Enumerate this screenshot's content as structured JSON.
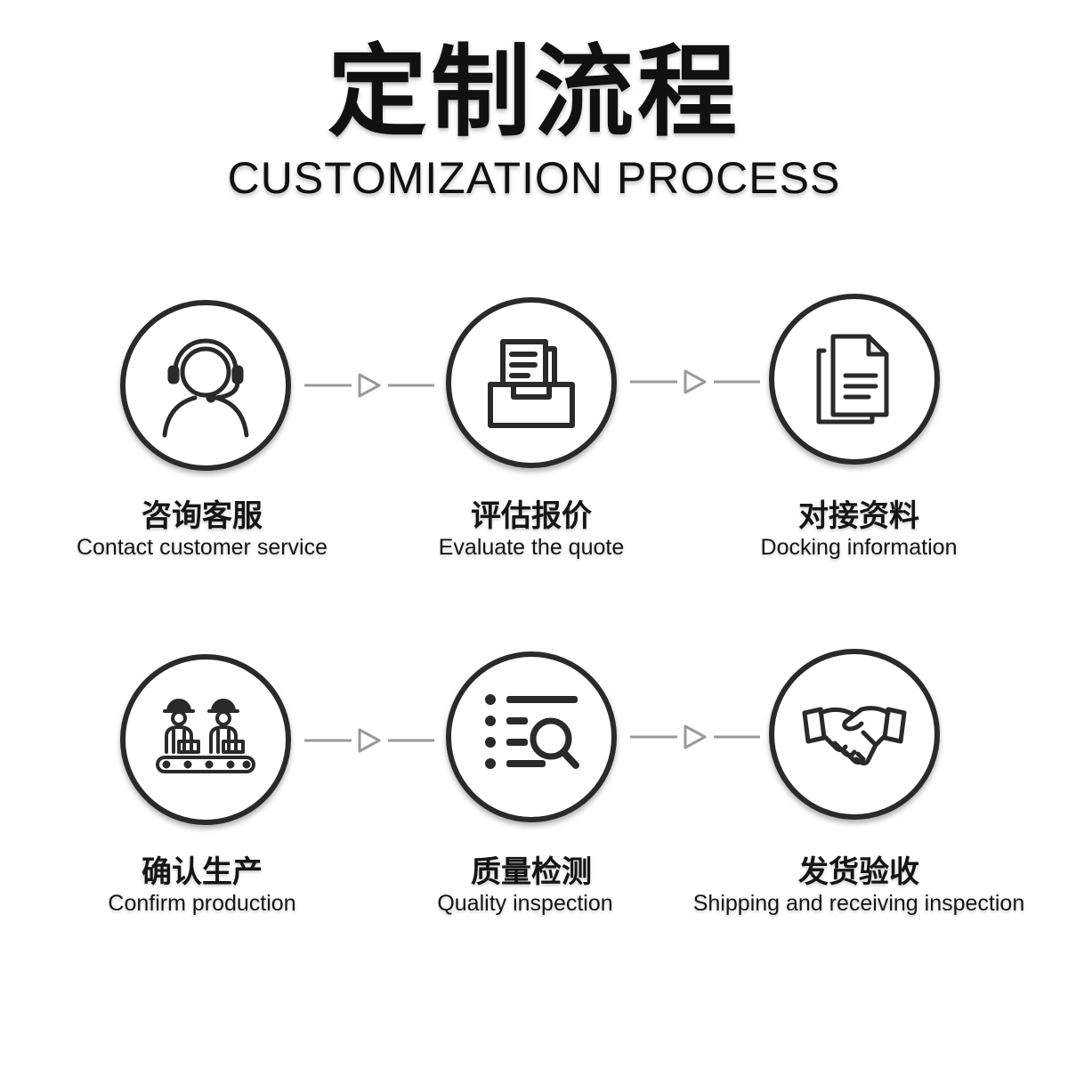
{
  "header": {
    "title_cn": "定制流程",
    "title_en": "CUSTOMIZATION PROCESS"
  },
  "steps": [
    {
      "label_cn": "咨询客服",
      "label_en": "Contact customer service",
      "icon": "customer-service-headset-icon"
    },
    {
      "label_cn": "评估报价",
      "label_en": "Evaluate the quote",
      "icon": "document-tray-icon"
    },
    {
      "label_cn": "对接资料",
      "label_en": "Docking information",
      "icon": "documents-icon"
    },
    {
      "label_cn": "确认生产",
      "label_en": "Confirm production",
      "icon": "workers-conveyor-icon"
    },
    {
      "label_cn": "质量检测",
      "label_en": "Quality inspection",
      "icon": "list-magnifier-icon"
    },
    {
      "label_cn": "发货验收",
      "label_en": "Shipping and receiving inspection",
      "icon": "handshake-icon"
    }
  ],
  "colors": {
    "stroke": "#2a2a2a",
    "connector": "#9a9a9a",
    "text": "#111111",
    "background": "#ffffff"
  }
}
